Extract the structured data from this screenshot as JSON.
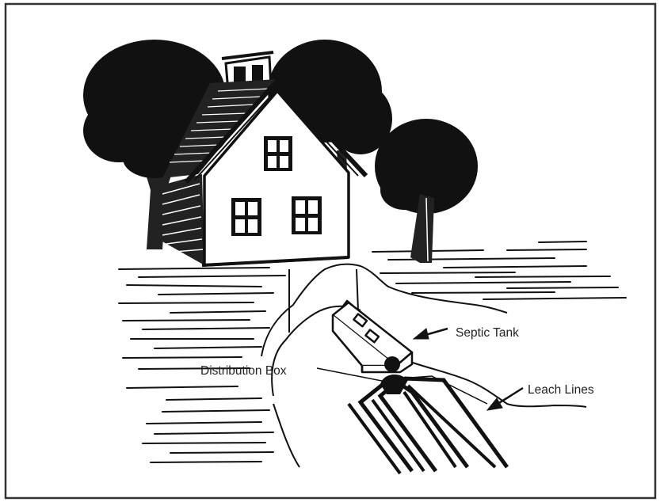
{
  "labels": {
    "septic_tank": "Septic Tank",
    "distribution_box": "Distribution Box",
    "leach_lines": "Leach Lines"
  },
  "colors": {
    "ink": "#111111",
    "paper": "#ffffff",
    "frame": "#333333"
  },
  "icons": [
    "house-illustration",
    "tree-illustration",
    "septic-tank-illustration",
    "distribution-box-illustration",
    "leach-lines-illustration",
    "arrow-icon"
  ]
}
